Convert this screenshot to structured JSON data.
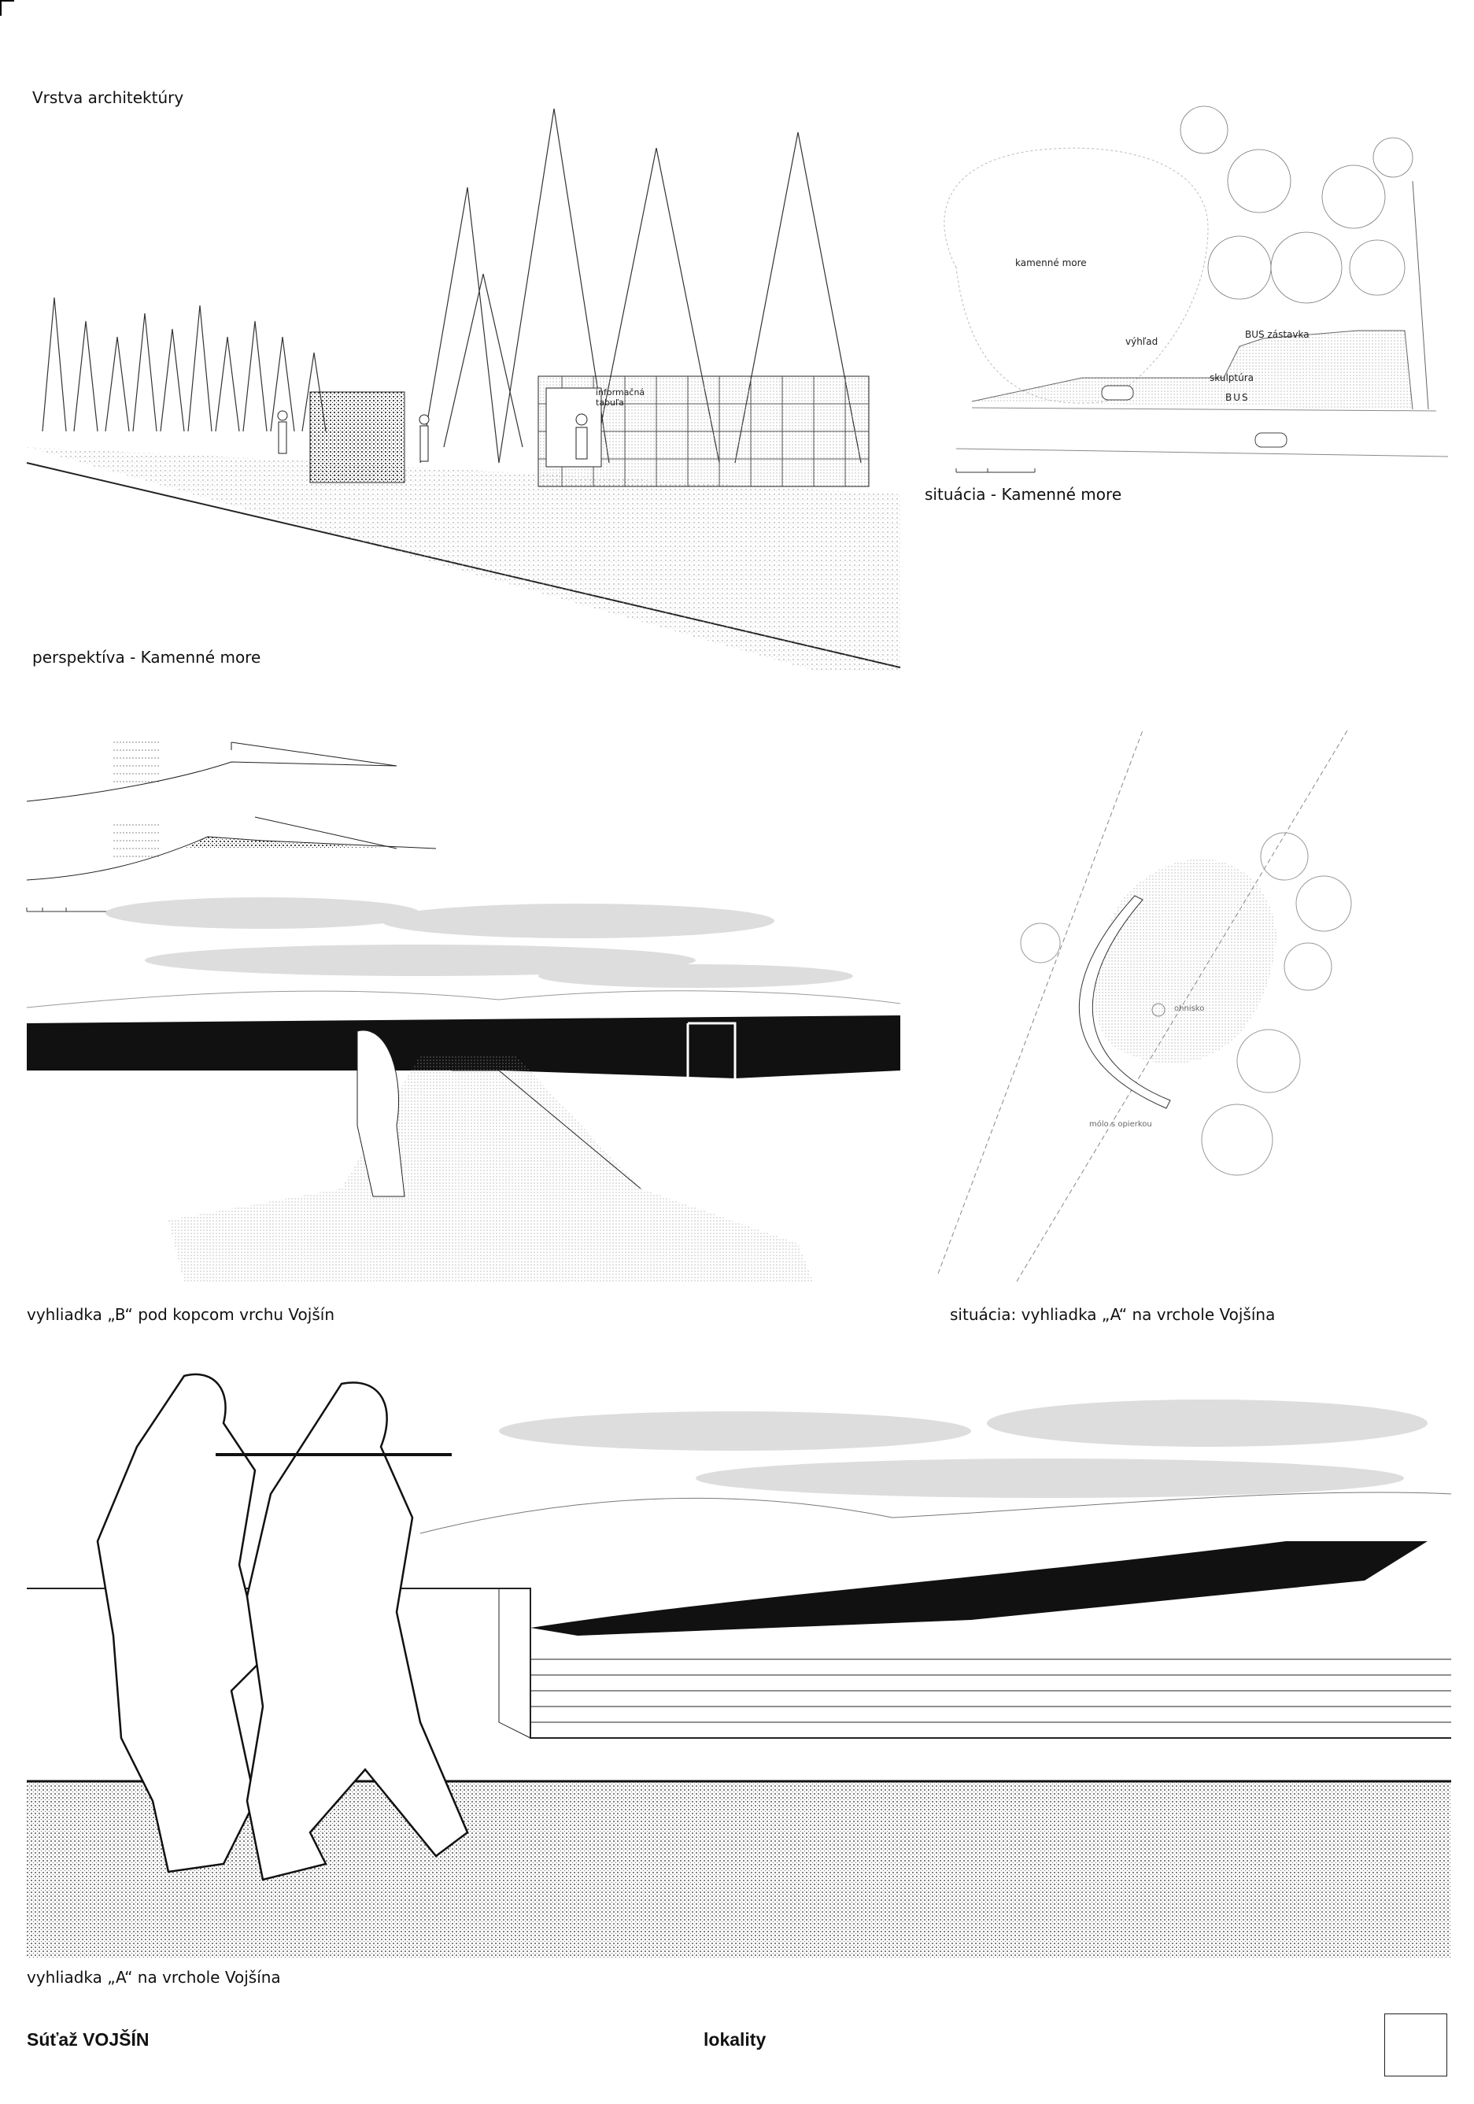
{
  "header": {
    "layer_title": "Vrstva architektúry"
  },
  "perspective_kamenne_more": {
    "caption": "perspektíva - Kamenné more",
    "annotation": "informačná tabuľa"
  },
  "site_kamenne_more": {
    "caption": "situácia - Kamenné more",
    "labels": {
      "stone_sea": "kamenné more",
      "view": "výhľad",
      "bus_stop": "BUS zástavka",
      "sculpture": "skulptúra",
      "bus": "BUS"
    }
  },
  "viewpoint_b": {
    "caption": "vyhliadka „B“ pod kopcom vrchu Vojšín"
  },
  "site_viewpoint_a": {
    "caption": "situácia: vyhliadka „A“ na vrchole Vojšína",
    "labels": {
      "fireplace": "ohnisko",
      "pier": "mólo s opierkou"
    }
  },
  "viewpoint_a": {
    "caption": "vyhliadka „A“ na vrchole Vojšína"
  },
  "footer": {
    "competition": "Súťaž VOJŠÍN",
    "sheet_title": "lokality"
  }
}
